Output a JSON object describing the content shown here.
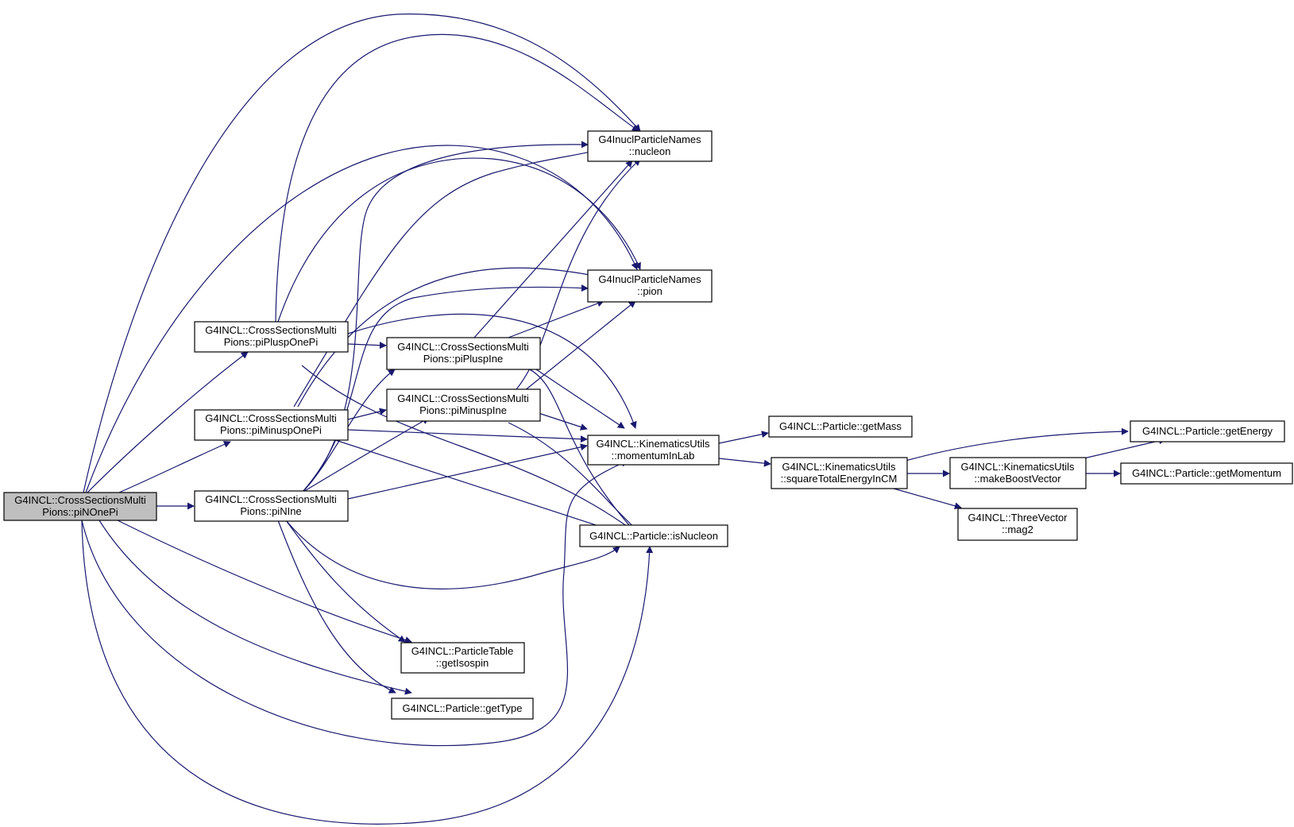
{
  "colors": {
    "edge": "#191970",
    "root_fill": "#bfbfbf",
    "node_fill": "#ffffff",
    "node_border": "#000000"
  },
  "nodes": {
    "piNOnePi": {
      "line1": "G4INCL::CrossSectionsMulti",
      "line2": "Pions::piNOnePi"
    },
    "piPluspOnePi": {
      "line1": "G4INCL::CrossSectionsMulti",
      "line2": "Pions::piPluspOnePi"
    },
    "piMinuspOnePi": {
      "line1": "G4INCL::CrossSectionsMulti",
      "line2": "Pions::piMinuspOnePi"
    },
    "piNIne": {
      "line1": "G4INCL::CrossSectionsMulti",
      "line2": "Pions::piNIne"
    },
    "piPluspIne": {
      "line1": "G4INCL::CrossSectionsMulti",
      "line2": "Pions::piPluspIne"
    },
    "piMinuspIne": {
      "line1": "G4INCL::CrossSectionsMulti",
      "line2": "Pions::piMinuspIne"
    },
    "nucleon": {
      "line1": "G4InuclParticleNames",
      "line2": "::nucleon"
    },
    "pion": {
      "line1": "G4InuclParticleNames",
      "line2": "::pion"
    },
    "momentumInLab": {
      "line1": "G4INCL::KinematicsUtils",
      "line2": "::momentumInLab"
    },
    "isNucleon": {
      "line1": "G4INCL::Particle::isNucleon"
    },
    "getIsospin": {
      "line1": "G4INCL::ParticleTable",
      "line2": "::getIsospin"
    },
    "getType": {
      "line1": "G4INCL::Particle::getType"
    },
    "getMass": {
      "line1": "G4INCL::Particle::getMass"
    },
    "squareTotalEnergyInCM": {
      "line1": "G4INCL::KinematicsUtils",
      "line2": "::squareTotalEnergyInCM"
    },
    "makeBoostVector": {
      "line1": "G4INCL::KinematicsUtils",
      "line2": "::makeBoostVector"
    },
    "mag2": {
      "line1": "G4INCL::ThreeVector",
      "line2": "::mag2"
    },
    "getEnergy": {
      "line1": "G4INCL::Particle::getEnergy"
    },
    "getMomentum": {
      "line1": "G4INCL::Particle::getMomentum"
    }
  },
  "edges": [
    [
      "piNOnePi",
      "piNIne"
    ],
    [
      "piNOnePi",
      "piPluspOnePi"
    ],
    [
      "piNOnePi",
      "piMinuspOnePi"
    ],
    [
      "piNOnePi",
      "nucleon"
    ],
    [
      "piNOnePi",
      "pion"
    ],
    [
      "piNOnePi",
      "momentumInLab"
    ],
    [
      "piNOnePi",
      "isNucleon"
    ],
    [
      "piNOnePi",
      "getIsospin"
    ],
    [
      "piNOnePi",
      "getType"
    ],
    [
      "piPluspOnePi",
      "piPluspIne"
    ],
    [
      "piPluspOnePi",
      "nucleon"
    ],
    [
      "piPluspOnePi",
      "pion"
    ],
    [
      "piPluspOnePi",
      "momentumInLab"
    ],
    [
      "piPluspOnePi",
      "isNucleon"
    ],
    [
      "piMinuspOnePi",
      "piMinuspIne"
    ],
    [
      "piMinuspOnePi",
      "nucleon"
    ],
    [
      "piMinuspOnePi",
      "pion"
    ],
    [
      "piMinuspOnePi",
      "momentumInLab"
    ],
    [
      "piMinuspOnePi",
      "isNucleon"
    ],
    [
      "piNIne",
      "piPluspIne"
    ],
    [
      "piNIne",
      "piMinuspIne"
    ],
    [
      "piNIne",
      "nucleon"
    ],
    [
      "piNIne",
      "pion"
    ],
    [
      "piNIne",
      "momentumInLab"
    ],
    [
      "piNIne",
      "isNucleon"
    ],
    [
      "piNIne",
      "getIsospin"
    ],
    [
      "piNIne",
      "getType"
    ],
    [
      "piPluspIne",
      "nucleon"
    ],
    [
      "piPluspIne",
      "pion"
    ],
    [
      "piPluspIne",
      "momentumInLab"
    ],
    [
      "piPluspIne",
      "isNucleon"
    ],
    [
      "piMinuspIne",
      "nucleon"
    ],
    [
      "piMinuspIne",
      "pion"
    ],
    [
      "piMinuspIne",
      "momentumInLab"
    ],
    [
      "piMinuspIne",
      "isNucleon"
    ],
    [
      "momentumInLab",
      "getMass"
    ],
    [
      "momentumInLab",
      "squareTotalEnergyInCM"
    ],
    [
      "squareTotalEnergyInCM",
      "makeBoostVector"
    ],
    [
      "squareTotalEnergyInCM",
      "mag2"
    ],
    [
      "squareTotalEnergyInCM",
      "getEnergy"
    ],
    [
      "makeBoostVector",
      "getEnergy"
    ],
    [
      "makeBoostVector",
      "getMomentum"
    ]
  ]
}
